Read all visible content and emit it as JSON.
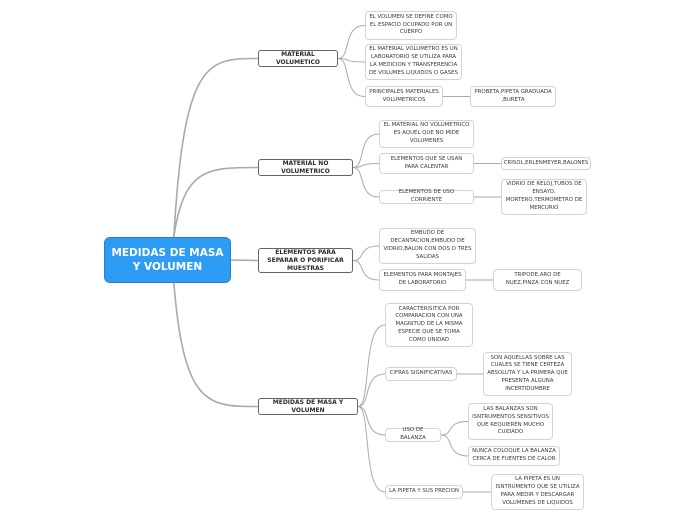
{
  "colors": {
    "root_fill": "#2e9cf4",
    "connector": "#aaaaaa",
    "main_border": "#5b6671",
    "sub_border": "#d4d4d4"
  },
  "root": {
    "label": "MEDIDAS DE MASA Y VOLUMEN"
  },
  "branches": [
    {
      "label": "MATERIAL VOLUMETICO",
      "children": [
        {
          "label": "EL VOLUMEN SE DEFINE COMO EL ESPACIO OCUPADO POR UN CUERPO",
          "children": []
        },
        {
          "label": "EL MATERIAL VOLUMETRO ES UN LABORATORIO SE UTILIZA PARA LA MEDICION Y TRANSFERENCIA DE VOLUMES LIQUIDOS O GASES",
          "children": []
        },
        {
          "label": "PRINCIPALES MATERIALES VOLUMETRICOS",
          "children": [
            {
              "label": "PROBETA,PIPETA GRADUADA ,BURETA"
            }
          ]
        }
      ]
    },
    {
      "label": "MATERIAL NO VOLUMETRICO",
      "children": [
        {
          "label": "EL MATERIAL NO VOLUMETRICO ES AQUEL QUE NO MIDE VOLUMENES",
          "children": []
        },
        {
          "label": "ELEMENTOS QUE SE USAN PARA CALENTAR",
          "children": [
            {
              "label": "CRISOL,ERLENMEYER,BALONES"
            }
          ]
        },
        {
          "label": "ELEMENTOS DE USO CORRIENTE",
          "children": [
            {
              "label": "VIDRIO DE RELOJ,TUBOS DE ENSAYO, MORTERO,TERMOMETRO DE MERCURIO"
            }
          ]
        }
      ]
    },
    {
      "label": "ELEMENTOS PARA SEPARAR O PORIFICAR MUESTRAS",
      "children": [
        {
          "label": "EMBUDO DE DECANTACION,EMBUDO DE VIDRIO,BALON CON DOS O TRES SALIDAS",
          "children": []
        },
        {
          "label": "ELEMENTOS PARA MONTAJES DE LABORATORIO",
          "children": [
            {
              "label": "TRIPODE,ARO DE NUEZ,PINZA CON NUEZ"
            }
          ]
        }
      ]
    },
    {
      "label": "MEDIDAS DE MASA Y VOLUMEN",
      "children": [
        {
          "label": "CARACTERISITICA POR COMPARACION CON UNA MAGNITUD DE LA MISMA ESPECIE QUE SE TOMA COMO UNIDAD",
          "children": []
        },
        {
          "label": "CIFRAS SIGNIFICATIVAS",
          "children": [
            {
              "label": "SON AQUELLAS SOBRE LAS CUALES SE TIENE CERTEZA ABSOLUTA Y LA PRIMERA QUE PRESENTA ALGUNA INCERTIDUMBRE"
            }
          ]
        },
        {
          "label": "USO DE BALANZA",
          "children": [
            {
              "label": "LAS BALANZAS SON ISNTRUMENTOS SENSITIVOS QUE REQUIEREN MUCHO CUIDADO"
            },
            {
              "label": "NUNCA COLOQUE LA BALANZA CERCA DE FUENTES DE CALOR"
            }
          ]
        },
        {
          "label": "LA PIPETA Y SUS PRECION",
          "children": [
            {
              "label": "LA PIPETA ES UN ISNTRUMENTO QUE SE UTILIZA PARA MEDIR Y DESCARGAR VOLUMENES DE LIQUIDOS"
            }
          ]
        }
      ]
    }
  ]
}
